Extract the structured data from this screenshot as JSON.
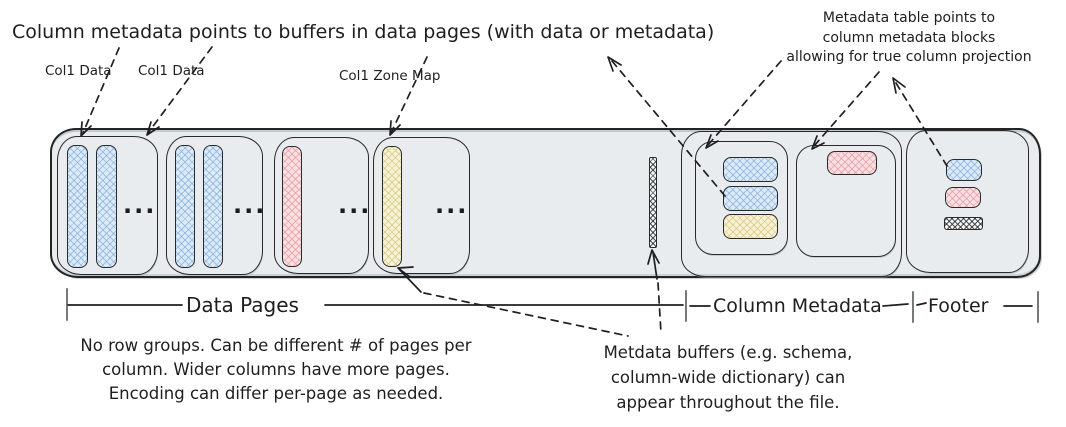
{
  "annotations": {
    "pointer_note": "Column metadata points to buffers in data pages (with data or metadata)",
    "metadata_table_note": [
      "Metadata table points to",
      "column metadata blocks",
      "allowing for true column projection"
    ],
    "col1_labels": [
      "Col1 Data",
      "Col1 Data",
      "Col1 Zone Map"
    ],
    "data_pages_note": [
      "No row groups. Can be different # of pages per",
      "column. Wider columns have more pages.",
      "Encoding can differ per-page as needed."
    ],
    "metadata_buffers_note": [
      "Metdata buffers (e.g. schema,",
      "column-wide dictionary) can",
      "appear throughout the file."
    ]
  },
  "section_labels": {
    "data_pages": "Data Pages",
    "column_metadata": "Column Metadata",
    "footer": "Footer"
  },
  "ellipsis": "...",
  "diagram": {
    "data_page_groups": [
      {
        "buffers": [
          "blue",
          "blue"
        ],
        "more_pages": true
      },
      {
        "buffers": [
          "blue",
          "blue"
        ],
        "more_pages": true
      },
      {
        "buffers": [
          "pink"
        ],
        "more_pages": true
      },
      {
        "buffers": [
          "yellow"
        ],
        "more_pages": true
      }
    ],
    "loose_metadata_buffer": "gray-crosshatch",
    "column_metadata_blocks": [
      {
        "buffers": [
          "blue",
          "blue",
          "yellow"
        ]
      },
      {
        "buffers": [
          "pink"
        ]
      }
    ],
    "footer_buffers": [
      "blue",
      "pink",
      "gray-crosshatch"
    ]
  },
  "colors": {
    "ink": "#1e1e1e",
    "band_fill": "#e8ecee",
    "blue_fill": "#ddebf9",
    "blue_hatch": "#89b2dd",
    "pink_fill": "#fae0e2",
    "pink_hatch": "#e2949c",
    "yellow_fill": "#f8f2d4",
    "yellow_hatch": "#d6c482",
    "gray_hatch": "#282828"
  }
}
